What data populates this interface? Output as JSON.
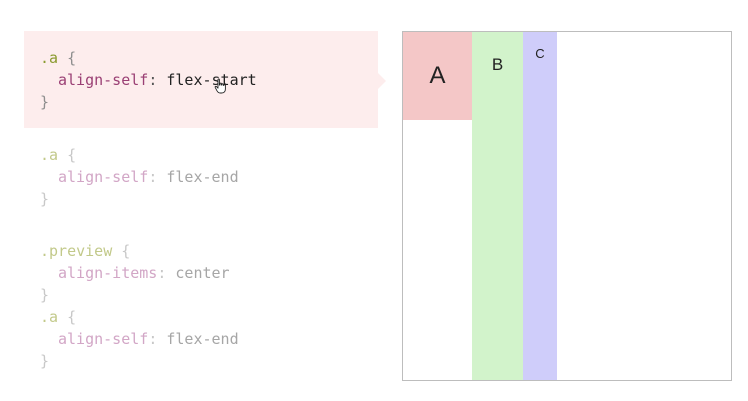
{
  "code_blocks": [
    {
      "selector": ".a",
      "open_brace": "{",
      "declarations": [
        {
          "property": "align-self",
          "colon": ":",
          "value": "flex-start"
        }
      ],
      "close_brace": "}",
      "active": true
    },
    {
      "selector": ".a",
      "open_brace": "{",
      "declarations": [
        {
          "property": "align-self",
          "colon": ":",
          "value": "flex-end"
        }
      ],
      "close_brace": "}",
      "active": false
    },
    {
      "selector": ".preview",
      "open_brace": "{",
      "declarations": [
        {
          "property": "align-items",
          "colon": ":",
          "value": "center"
        }
      ],
      "close_brace": "}",
      "active": false
    },
    {
      "selector": ".a",
      "open_brace": "{",
      "declarations": [
        {
          "property": "align-self",
          "colon": ":",
          "value": "flex-end"
        }
      ],
      "close_brace": "}",
      "active": false
    }
  ],
  "preview": {
    "items": [
      {
        "label": "A",
        "color": "#f4c7c7"
      },
      {
        "label": "B",
        "color": "#d2f3cb"
      },
      {
        "label": "C",
        "color": "#cfcdfa"
      }
    ]
  },
  "colors": {
    "active_bg": "#fdeded",
    "preview_border": "#bdbdbd"
  },
  "icons": {
    "cursor": "hand-pointer-icon"
  }
}
